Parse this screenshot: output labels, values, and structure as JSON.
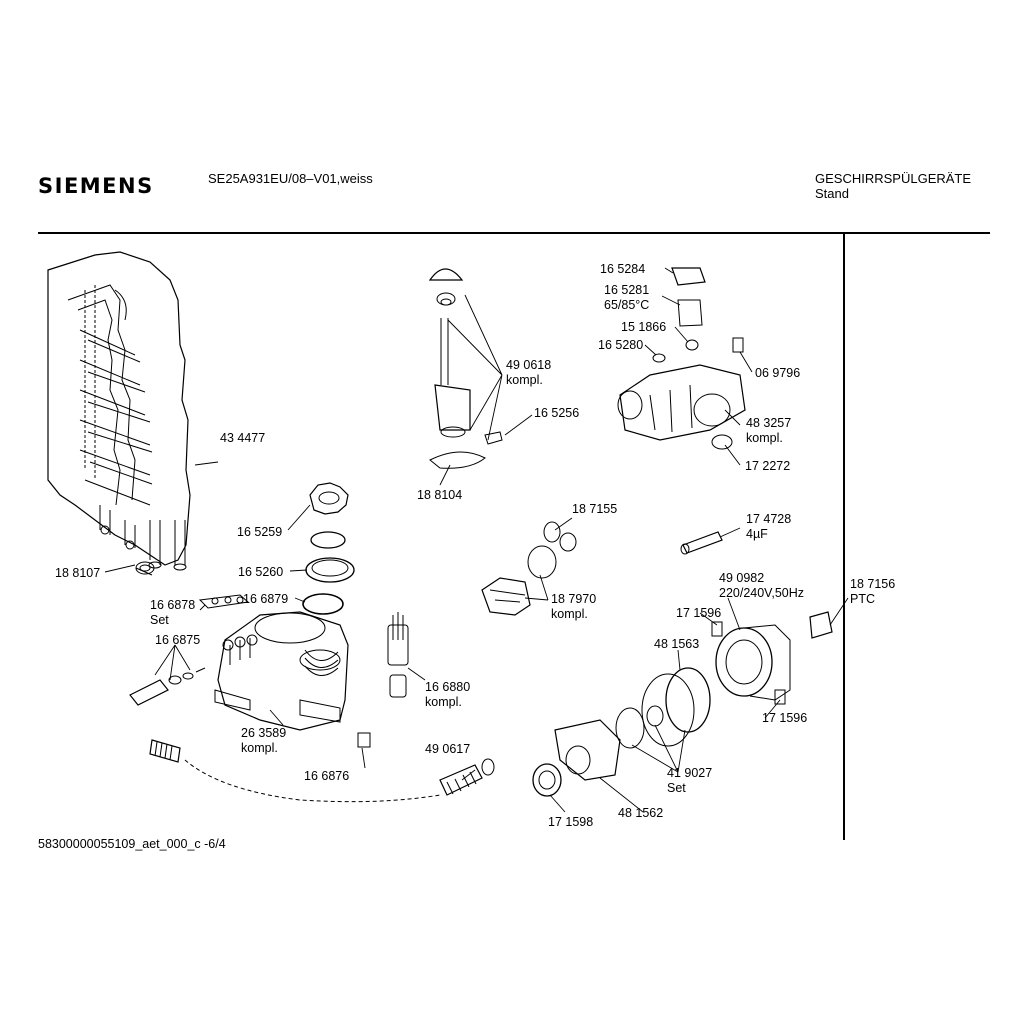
{
  "header": {
    "brand": "SIEMENS",
    "model": "SE25A931EU/08–V01,weiss",
    "category": "GESCHIRRSPÜLGERÄTE",
    "subcategory": "Stand"
  },
  "footer": {
    "code": "58300000055109_aet_000_c -6/4"
  },
  "parts": [
    {
      "id": "p434477",
      "l1": "43 4477",
      "l2": ""
    },
    {
      "id": "p188107",
      "l1": "18 8107",
      "l2": ""
    },
    {
      "id": "p165259",
      "l1": "16 5259",
      "l2": ""
    },
    {
      "id": "p165260",
      "l1": "16 5260",
      "l2": ""
    },
    {
      "id": "p166878",
      "l1": "16 6878",
      "l2": "Set"
    },
    {
      "id": "p166879",
      "l1": "16 6879",
      "l2": ""
    },
    {
      "id": "p166875",
      "l1": "16 6875",
      "l2": ""
    },
    {
      "id": "p263589",
      "l1": "26 3589",
      "l2": "kompl."
    },
    {
      "id": "p166876",
      "l1": "16 6876",
      "l2": ""
    },
    {
      "id": "p166880",
      "l1": "16 6880",
      "l2": "kompl."
    },
    {
      "id": "p490617",
      "l1": "49 0617",
      "l2": ""
    },
    {
      "id": "p490618",
      "l1": "49 0618",
      "l2": "kompl."
    },
    {
      "id": "p165256",
      "l1": "16 5256",
      "l2": ""
    },
    {
      "id": "p188104",
      "l1": "18 8104",
      "l2": ""
    },
    {
      "id": "p187155",
      "l1": "18 7155",
      "l2": ""
    },
    {
      "id": "p187970",
      "l1": "18 7970",
      "l2": "kompl."
    },
    {
      "id": "p165284",
      "l1": "16 5284",
      "l2": ""
    },
    {
      "id": "p165281",
      "l1": "16 5281",
      "l2": "65/85°C"
    },
    {
      "id": "p151866",
      "l1": "15 1866",
      "l2": ""
    },
    {
      "id": "p165280",
      "l1": "16 5280",
      "l2": ""
    },
    {
      "id": "p069796",
      "l1": "06 9796",
      "l2": ""
    },
    {
      "id": "p483257",
      "l1": "48 3257",
      "l2": "kompl."
    },
    {
      "id": "p172272",
      "l1": "17 2272",
      "l2": ""
    },
    {
      "id": "p174728",
      "l1": "17 4728",
      "l2": "4µF"
    },
    {
      "id": "p490982",
      "l1": "49 0982",
      "l2": "220/240V,50Hz"
    },
    {
      "id": "p171596a",
      "l1": "17 1596",
      "l2": ""
    },
    {
      "id": "p481563",
      "l1": "48 1563",
      "l2": ""
    },
    {
      "id": "p171596b",
      "l1": "17 1596",
      "l2": ""
    },
    {
      "id": "p419027",
      "l1": "41 9027",
      "l2": "Set"
    },
    {
      "id": "p171598",
      "l1": "17 1598",
      "l2": ""
    },
    {
      "id": "p481562",
      "l1": "48 1562",
      "l2": ""
    },
    {
      "id": "p187156",
      "l1": "18 7156",
      "l2": "PTC"
    }
  ]
}
